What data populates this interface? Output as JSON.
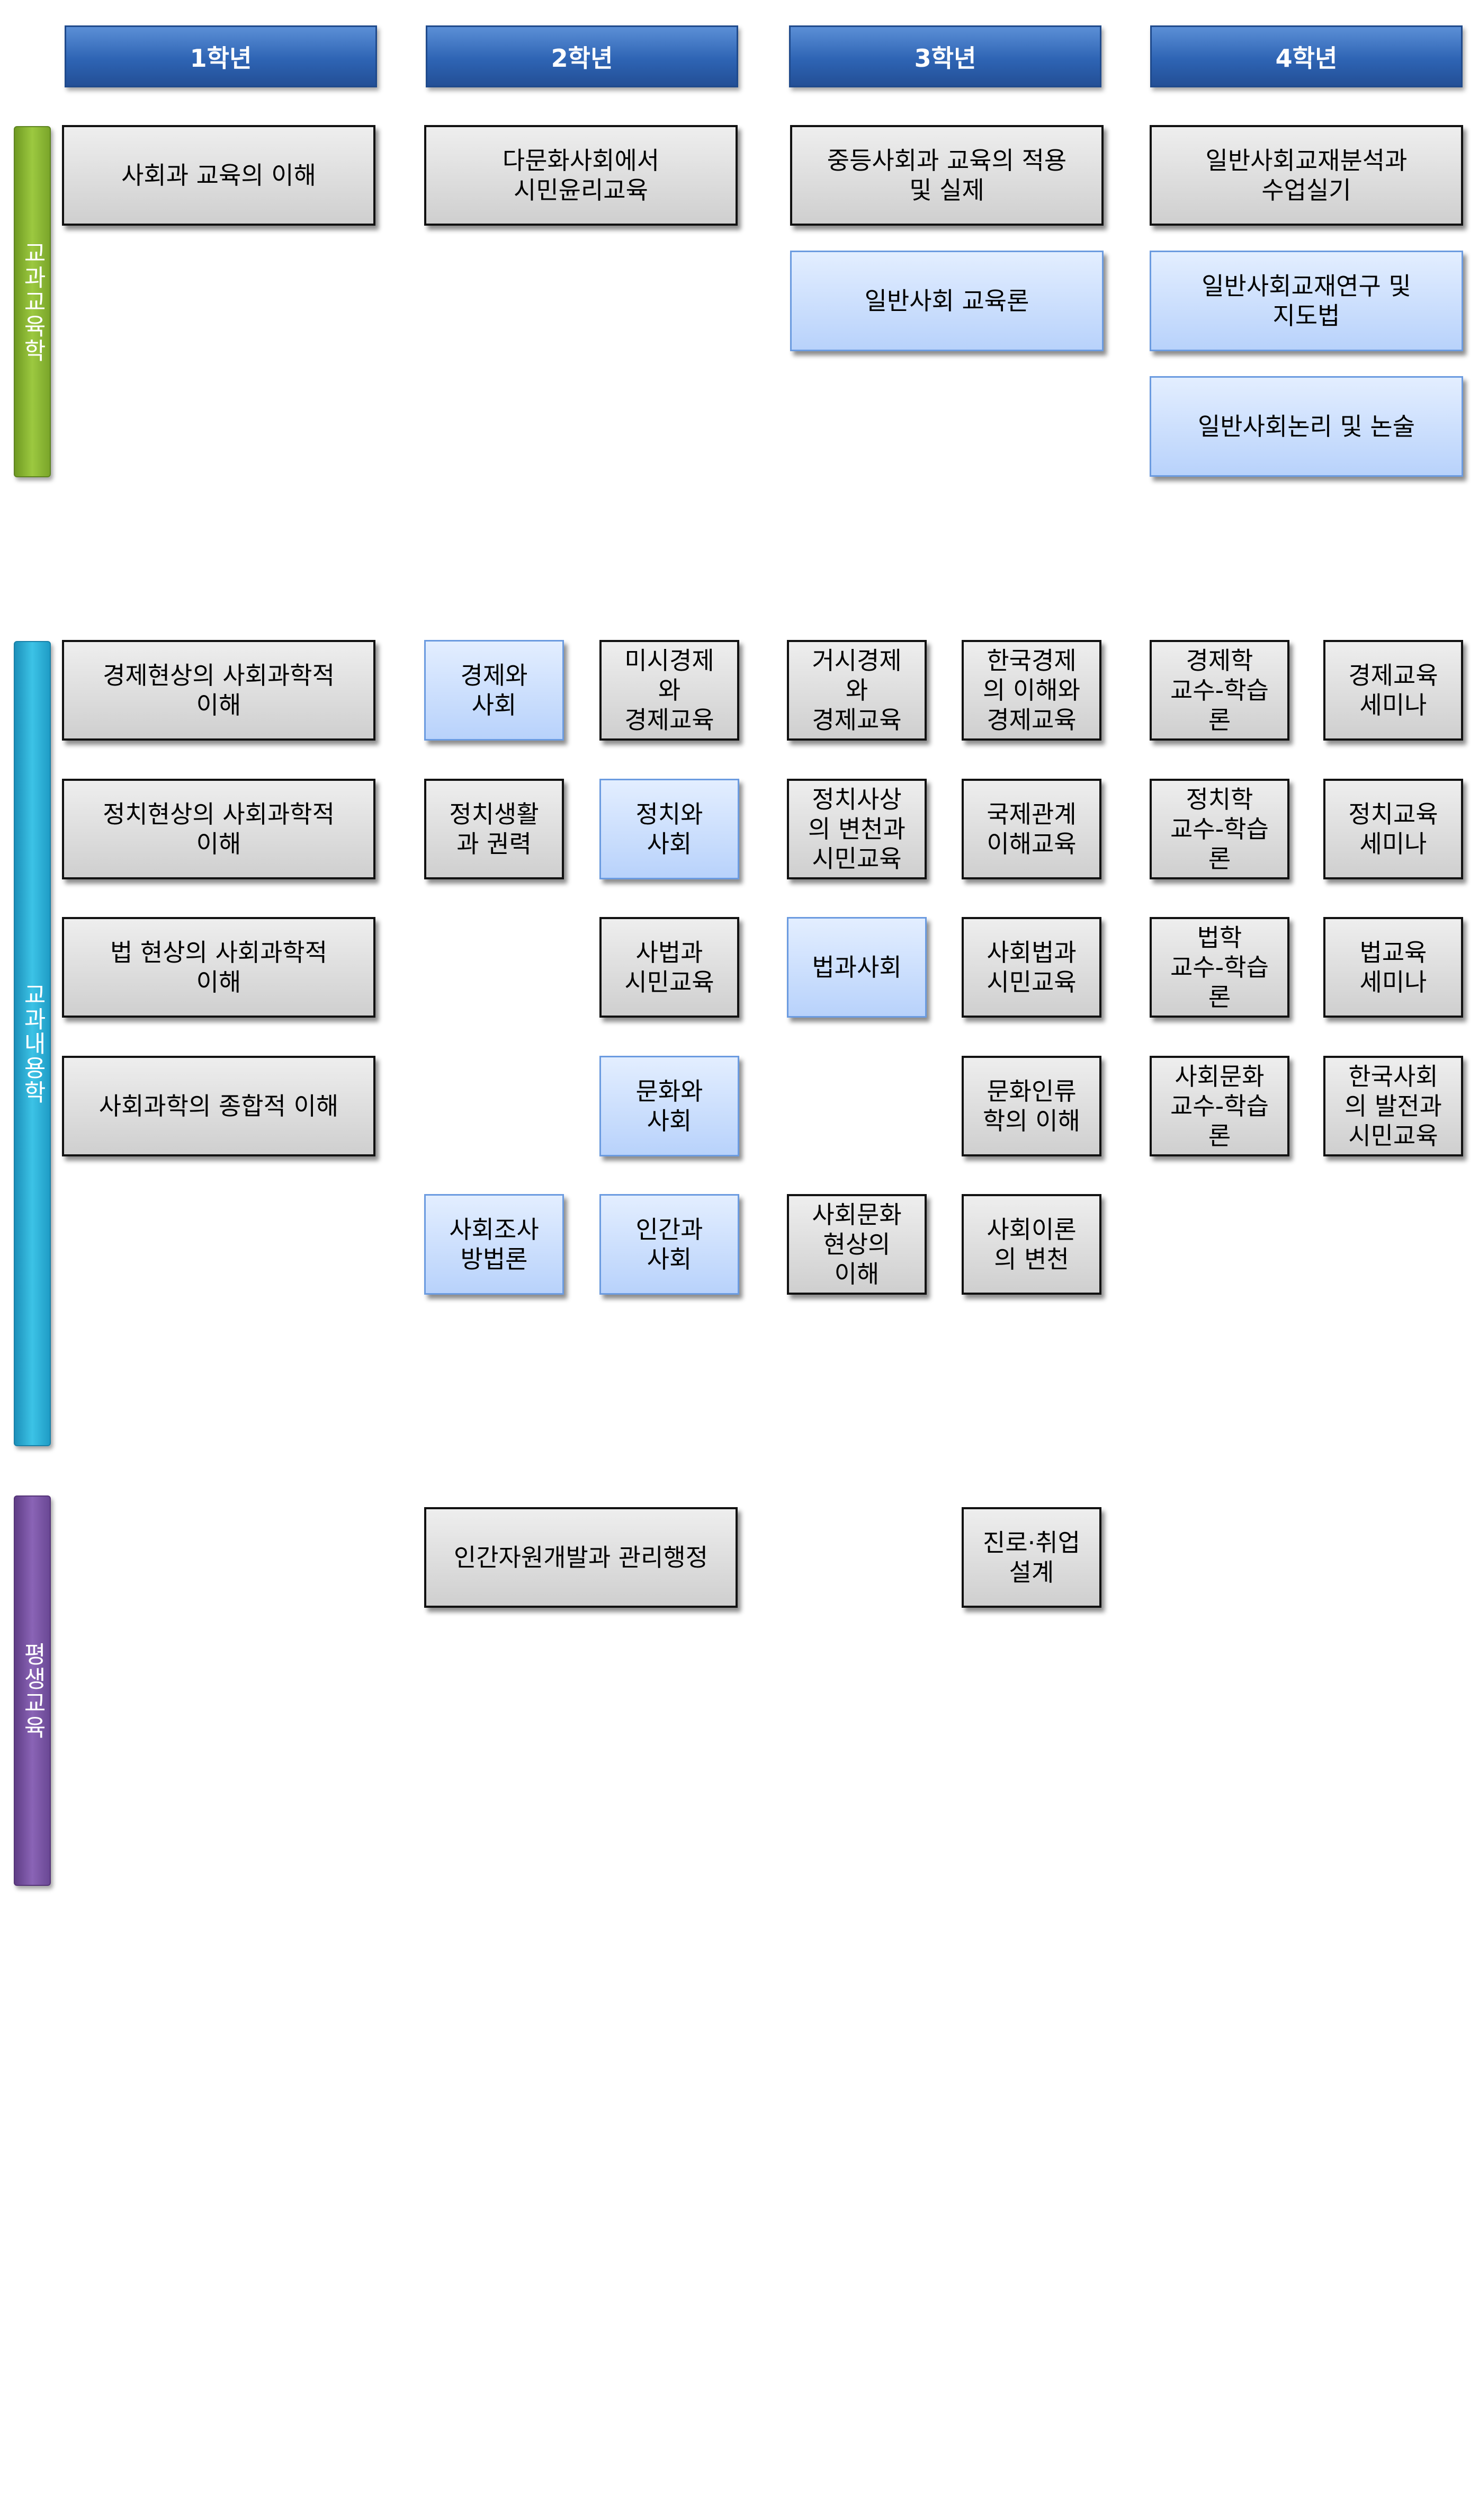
{
  "years": [
    "1학년",
    "2학년",
    "3학년",
    "4학년"
  ],
  "categories": [
    "교과교육학",
    "교과내용학",
    "평생교육"
  ],
  "courses": {
    "c01": "사회과 교육의 이해",
    "c02": "다문화사회에서\n시민윤리교육",
    "c03": "중등사회과 교육의 적용\n및 실제",
    "c04": "일반사회교재분석과\n수업실기",
    "c05": "일반사회 교육론",
    "c06": "일반사회교재연구 및\n지도법",
    "c07": "일반사회논리 및 논술",
    "c08": "경제현상의 사회과학적\n이해",
    "c09": "경제와\n사회",
    "c10": "미시경제\n와\n경제교육",
    "c11": "거시경제\n와\n경제교육",
    "c12": "한국경제\n의 이해와\n경제교육",
    "c13": "경제학\n교수-학습\n론",
    "c14": "경제교육\n세미나",
    "c15": "정치현상의 사회과학적\n이해",
    "c16": "정치생활\n과 권력",
    "c17": "정치와\n사회",
    "c18": "정치사상\n의 변천과\n시민교육",
    "c19": "국제관계\n이해교육",
    "c20": "정치학\n교수-학습\n론",
    "c21": "정치교육\n세미나",
    "c22": "법 현상의 사회과학적\n이해",
    "c23": "사법과\n시민교육",
    "c24": "법과사회",
    "c25": "사회법과\n시민교육",
    "c26": "법학\n교수-학습\n론",
    "c27": "법교육\n세미나",
    "c28": "사회과학의 종합적 이해",
    "c29": "문화와\n사회",
    "c30": "문화인류\n학의 이해",
    "c31": "사회문화\n교수-학습\n론",
    "c32": "한국사회\n의 발전과\n시민교육",
    "c33": "사회조사\n방법론",
    "c34": "인간과\n사회",
    "c35": "사회문화\n현상의\n이해",
    "c36": "사회이론\n의 변천",
    "c37": "인간자원개발과 관리행정",
    "c38": "진로·취업\n설계"
  },
  "colors": {
    "year_header": "#2e64b4",
    "category_green": "#8fbc3a",
    "category_teal": "#2fb4dc",
    "category_purple": "#7a55a8",
    "course_gray": "#dcdcdc",
    "course_blue": "#c8dcfc"
  }
}
